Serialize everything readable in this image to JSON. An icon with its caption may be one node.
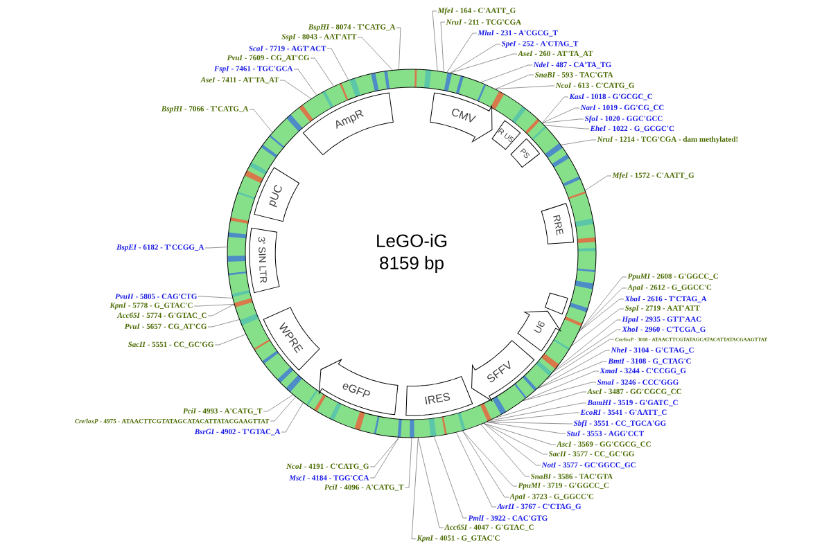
{
  "diagram": {
    "nodes": [
      {
        "text": [
          "LeGO-iG",
          "8159 bp"
        ]
      },
      {
        "text": [
          "CMV"
        ],
        "in": 0
      },
      {
        "text": [
          "R U5"
        ],
        "in": 0
      },
      {
        "text": [
          "PS"
        ],
        "in": 0
      },
      {
        "text": [
          "RRE"
        ],
        "in": 0
      },
      {
        "text": [],
        "shape": "box",
        "in": 0
      },
      {
        "text": [
          "U6"
        ],
        "in": 0
      },
      {
        "text": [
          "SFFV"
        ],
        "in": 0
      },
      {
        "text": [
          "IRES"
        ],
        "in": 0
      },
      {
        "text": [
          "eGFP"
        ],
        "in": 0
      },
      {
        "text": [
          "WPRE"
        ],
        "in": 0
      },
      {
        "text": [
          "3' SIN LTR"
        ],
        "in": 0
      },
      {
        "text": [
          "pUC"
        ],
        "in": 0
      },
      {
        "text": [
          "AmpR"
        ],
        "in": 0
      },
      {
        "text": [
          "*BspHI* - 8074 - T'CATG_A"
        ]
      },
      {
        "text": [
          "*SspI* - 8043 - AAT'ATT"
        ]
      },
      {
        "text": [
          "*ScaI* - 7719 - AGT'ACT"
        ]
      },
      {
        "text": [
          "*PvuI* - 7609 - CG_AT'CG"
        ]
      },
      {
        "text": [
          "*FspI* - 7461 - TGC'GCA"
        ]
      },
      {
        "text": [
          "*AseI* - 7411 - AT'TA_AT"
        ]
      },
      {
        "text": [
          "*BspHI* - 7066 - T'CATG_A"
        ]
      },
      {
        "text": [
          "*MfeI* - 164 - C'AATT_G"
        ]
      },
      {
        "text": [
          "*NruI* - 211 - TCG'CGA"
        ]
      },
      {
        "text": [
          "*MluI* - 231 - A'CGCG_T"
        ]
      },
      {
        "text": [
          "*SpeI* - 252 - A'CTAG_T"
        ]
      },
      {
        "text": [
          "*AseI* - 260 - AT'TA_AT"
        ]
      },
      {
        "text": [
          "*NdeI* - 487 - CA'TA_TG"
        ]
      },
      {
        "text": [
          "*SnaBI* - 593 - TAC'GTA"
        ]
      },
      {
        "text": [
          "*NcoI* - 613 - C'CATG_G"
        ]
      },
      {
        "text": [
          "*KasI* - 1018 - G'GCGC_C"
        ]
      },
      {
        "text": [
          "*NarI* - 1019 - GG'CG_CC"
        ]
      },
      {
        "text": [
          "*SfoI* - 1020 - GGC'GCC"
        ]
      },
      {
        "text": [
          "*EheI* - 1022 - G_GCGC'C"
        ]
      },
      {
        "text": [
          "*NruI* - 1214 - TCG'CGA - dam methylated!"
        ]
      },
      {
        "text": [
          "*MfeI* - 1572 - C'AATT_G"
        ]
      },
      {
        "text": [
          "*PpuMI* - 2608 - G'GGCC_C"
        ]
      },
      {
        "text": [
          "*ApaI* - 2612 - G_GGCC'C"
        ]
      },
      {
        "text": [
          "*XbaI* - 2616 - T'CTAG_A"
        ]
      },
      {
        "text": [
          "*SspI* - 2719 - AAT'ATT"
        ]
      },
      {
        "text": [
          "*HpaI* - 2935 - GTT'AAC"
        ]
      },
      {
        "text": [
          "*XhoI* - 2960 - C'TCGA_G"
        ]
      },
      {
        "text": [
          "*Cre/loxP* - 3018 - ATAACTTCGTATAGCATACATTATACGAAGTTAT"
        ]
      },
      {
        "text": [
          "*NheI* - 3104 - G'CTAG_C"
        ]
      },
      {
        "text": [
          "*BmtI* - 3108 - G_CTAG'C"
        ]
      },
      {
        "text": [
          "*XmaI* - 3244 - C'CCGG_G"
        ]
      },
      {
        "text": [
          "*SmaI* - 3246 - CCC'GGG"
        ]
      },
      {
        "text": [
          "*AscI* - 3487 - GG'CGCG_CC"
        ]
      },
      {
        "text": [
          "*BamHI* - 3519 - G'GATC_C"
        ]
      },
      {
        "text": [
          "*EcoRI* - 3541 - G'AATT_C"
        ]
      },
      {
        "text": [
          "*SbfI* - 3551 - CC_TGCA'GG"
        ]
      },
      {
        "text": [
          "*StuI* - 3553 - AGG'CCT"
        ]
      },
      {
        "text": [
          "*AscI* - 3569 - GG'CGCG_CC"
        ]
      },
      {
        "text": [
          "*SacII* - 3577 - CC_GC'GG"
        ]
      },
      {
        "text": [
          "*NotI* - 3577 - GC'GGCC_GC"
        ]
      },
      {
        "text": [
          "*SnaBI* - 3586 - TAC'GTA"
        ]
      },
      {
        "text": [
          "*PpuMI* - 3719 - G'GGCC_C"
        ]
      },
      {
        "text": [
          "*ApaI* - 3723 - G_GGCC'C"
        ]
      },
      {
        "text": [
          "*AvrII* - 3767 - C'CTAG_G"
        ]
      },
      {
        "text": [
          "*PmlI* - 3922 - CAC'GTG"
        ]
      },
      {
        "text": [
          "*Acc65I* - 4047 - G'GTAC_C"
        ]
      },
      {
        "text": [
          "*KpnI* - 4051 - G_GTAC'C"
        ]
      },
      {
        "text": [
          "*NcoI* - 4191 - C'CATG_G"
        ]
      },
      {
        "text": [
          "*MscI* - 4184 - TGG'CCA"
        ]
      },
      {
        "text": [
          "*PciI* - 4096 - A'CATG_T"
        ]
      },
      {
        "text": [
          "*BspEI* - 6182 - T'CCGG_A"
        ]
      },
      {
        "text": [
          "*PvuII* - 5805 - CAG'CTG"
        ]
      },
      {
        "text": [
          "*KpnI* - 5778 - G_GTAC'C"
        ]
      },
      {
        "text": [
          "*Acc65I* - 5774 - G'GTAC_C"
        ]
      },
      {
        "text": [
          "*PvuI* - 5657 - CG_AT'CG"
        ]
      },
      {
        "text": [
          "*SacII* - 5551 - CC_GC'GG"
        ]
      },
      {
        "text": [
          "*PciI* - 4993 - A'CATG_T"
        ]
      },
      {
        "text": [
          "*Cre/loxP* - 4975 - ATAACTTCGTATAGCATACATTATACGAAGTTAT"
        ]
      },
      {
        "text": [
          "*BsrGI* - 4902 - T'GTAC_A"
        ]
      }
    ],
    "edges": [
      {
        "from": 14,
        "to": 0,
        "arrow": "none"
      },
      {
        "from": 15,
        "to": 0,
        "arrow": "none"
      },
      {
        "from": 16,
        "to": 0,
        "arrow": "none"
      },
      {
        "from": 17,
        "to": 0,
        "arrow": "none"
      },
      {
        "from": 18,
        "to": 0,
        "arrow": "none"
      },
      {
        "from": 19,
        "to": 0,
        "arrow": "none"
      },
      {
        "from": 20,
        "to": 0,
        "arrow": "none"
      },
      {
        "from": 21,
        "to": 0,
        "arrow": "none"
      },
      {
        "from": 22,
        "to": 0,
        "arrow": "none"
      },
      {
        "from": 23,
        "to": 0,
        "arrow": "none"
      },
      {
        "from": 24,
        "to": 0,
        "arrow": "none"
      },
      {
        "from": 25,
        "to": 0,
        "arrow": "none"
      },
      {
        "from": 26,
        "to": 0,
        "arrow": "none"
      },
      {
        "from": 27,
        "to": 0,
        "arrow": "none"
      },
      {
        "from": 28,
        "to": 0,
        "arrow": "none"
      },
      {
        "from": 29,
        "to": 0,
        "arrow": "none"
      },
      {
        "from": 30,
        "to": 0,
        "arrow": "none"
      },
      {
        "from": 31,
        "to": 0,
        "arrow": "none"
      },
      {
        "from": 32,
        "to": 0,
        "arrow": "none"
      },
      {
        "from": 33,
        "to": 0,
        "arrow": "none"
      },
      {
        "from": 34,
        "to": 0,
        "arrow": "none"
      },
      {
        "from": 35,
        "to": 0,
        "arrow": "none"
      },
      {
        "from": 36,
        "to": 0,
        "arrow": "none"
      },
      {
        "from": 37,
        "to": 0,
        "arrow": "none"
      },
      {
        "from": 38,
        "to": 0,
        "arrow": "none"
      },
      {
        "from": 39,
        "to": 0,
        "arrow": "none"
      },
      {
        "from": 40,
        "to": 0,
        "arrow": "none"
      },
      {
        "from": 41,
        "to": 0,
        "arrow": "none"
      },
      {
        "from": 42,
        "to": 0,
        "arrow": "none"
      },
      {
        "from": 43,
        "to": 0,
        "arrow": "none"
      },
      {
        "from": 44,
        "to": 0,
        "arrow": "none"
      },
      {
        "from": 45,
        "to": 0,
        "arrow": "none"
      },
      {
        "from": 46,
        "to": 0,
        "arrow": "none"
      },
      {
        "from": 47,
        "to": 0,
        "arrow": "none"
      },
      {
        "from": 48,
        "to": 0,
        "arrow": "none"
      },
      {
        "from": 49,
        "to": 0,
        "arrow": "none"
      },
      {
        "from": 50,
        "to": 0,
        "arrow": "none"
      },
      {
        "from": 51,
        "to": 0,
        "arrow": "none"
      },
      {
        "from": 52,
        "to": 0,
        "arrow": "none"
      },
      {
        "from": 53,
        "to": 0,
        "arrow": "none"
      },
      {
        "from": 54,
        "to": 0,
        "arrow": "none"
      },
      {
        "from": 55,
        "to": 0,
        "arrow": "none"
      },
      {
        "from": 56,
        "to": 0,
        "arrow": "none"
      },
      {
        "from": 57,
        "to": 0,
        "arrow": "none"
      },
      {
        "from": 58,
        "to": 0,
        "arrow": "none"
      },
      {
        "from": 59,
        "to": 0,
        "arrow": "none"
      },
      {
        "from": 60,
        "to": 0,
        "arrow": "none"
      },
      {
        "from": 61,
        "to": 0,
        "arrow": "none"
      },
      {
        "from": 62,
        "to": 0,
        "arrow": "none"
      },
      {
        "from": 63,
        "to": 0,
        "arrow": "none"
      },
      {
        "from": 64,
        "to": 0,
        "arrow": "none"
      },
      {
        "from": 65,
        "to": 0,
        "arrow": "none"
      },
      {
        "from": 66,
        "to": 0,
        "arrow": "none"
      },
      {
        "from": 67,
        "to": 0,
        "arrow": "none"
      },
      {
        "from": 68,
        "to": 0,
        "arrow": "none"
      },
      {
        "from": 69,
        "to": 0,
        "arrow": "none"
      },
      {
        "from": 70,
        "to": 0,
        "arrow": "none"
      },
      {
        "from": 71,
        "to": 0,
        "arrow": "none"
      },
      {
        "from": 72,
        "to": 0,
        "arrow": "none"
      }
    ]
  }
}
